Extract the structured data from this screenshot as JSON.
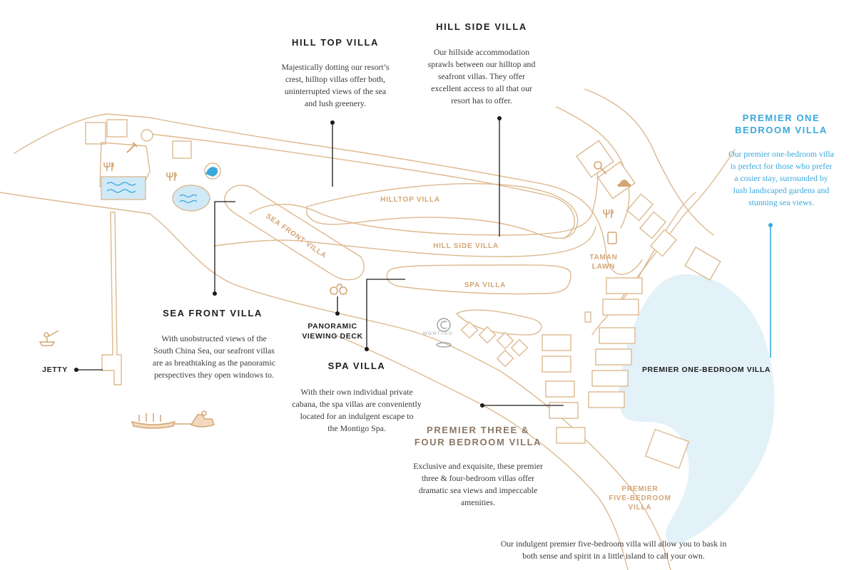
{
  "hill_top": {
    "heading": "HILL TOP VILLA",
    "desc": [
      "Majestically dotting our resort’s",
      "crest, hilltop villas offer both,",
      "uninterrupted views of the sea",
      "and lush greenery."
    ]
  },
  "hill_side": {
    "heading": "HILL SIDE VILLA",
    "desc": [
      "Our hillside accommodation",
      "sprawls between our hilltop and",
      "seafront villas.  They offer",
      "excellent access to all that our",
      "resort has to offer."
    ]
  },
  "premier_one": {
    "heading": [
      "PREMIER ONE",
      "BEDROOM VILLA"
    ],
    "desc": [
      "Our premier one-bedroom villa",
      "is perfect for those who prefer",
      "a cosier stay, surrounded by",
      "lush landscaped gardens and",
      "stunning sea views."
    ],
    "map_label": "PREMIER ONE-BEDROOM  VILLA"
  },
  "sea_front": {
    "heading": "SEA FRONT VILLA",
    "desc": [
      "With unobstructed views of the",
      "South China Sea, our seafront villas",
      "are as breathtaking as the panoramic",
      "perspectives they open windows to."
    ]
  },
  "spa": {
    "heading": "SPA VILLA",
    "desc": [
      "With their own individual private",
      "cabana, the spa villas are conveniently",
      "located for an indulgent escape to",
      "the Montigo Spa."
    ]
  },
  "premier_three_four": {
    "heading": [
      "PREMIER THREE &",
      "FOUR BEDROOM VILLA"
    ],
    "desc": [
      "Exclusive and exquisite, these premier",
      "three & four-bedroom villas offer",
      "dramatic sea views and impeccable",
      "amenities."
    ]
  },
  "premier_five": {
    "map_label": [
      "PREMIER",
      "FIVE-BEDROOM",
      "VILLA"
    ],
    "desc": [
      "Our indulgent premier five-bedroom villa will allow you to bask in",
      "both sense and spirit in a little island to call your own."
    ]
  },
  "panoramic": {
    "label": [
      "PANORAMIC",
      "VIEWING DECK"
    ]
  },
  "jetty": {
    "label": "JETTY"
  },
  "map_labels": {
    "hilltop": "HILLTOP VILLA",
    "hillside": "HILL SIDE VILLA",
    "seafront": "SEA FRONT VILLA",
    "spa": "SPA VILLA",
    "taman": [
      "TAMAN",
      "LAWN"
    ]
  },
  "brand": "MONTIGO",
  "icons": [
    "restaurant-icon",
    "bar-icon",
    "pool-icon",
    "tennis-icon",
    "mosque-icon",
    "binoculars-icon",
    "fishing-icon",
    "banana-boat-icon",
    "jet-ski-icon",
    "montigo-logo"
  ],
  "colors": {
    "outline": "#ddb98e",
    "water": "#e3f1f8",
    "accent_blue": "#3aa8dd",
    "heading": "#1f1f1f"
  }
}
